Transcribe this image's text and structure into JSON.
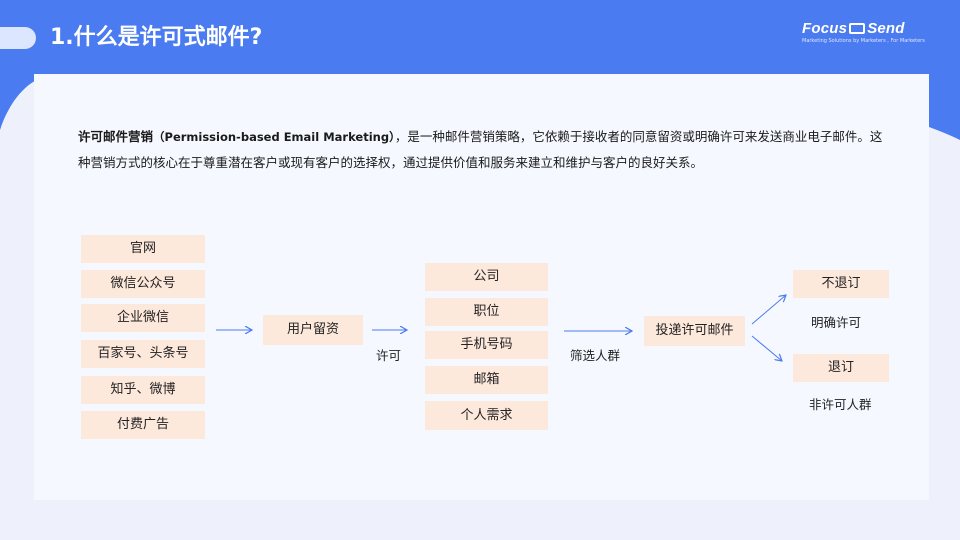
{
  "header": {
    "title": "1.什么是许可式邮件?",
    "logo_name_left": "Focus",
    "logo_name_right": "Send",
    "logo_tagline": "Marketing Solutions by Marketers , For Marketers"
  },
  "intro": {
    "term": "许可邮件营销",
    "term_en": "（Permission-based Email Marketing）",
    "body": "，是一种邮件营销策略，它依赖于接收者的同意留资或明确许可来发送商业电子邮件。这种营销方式的核心在于尊重潜在客户或现有客户的选择权，通过提供价值和服务来建立和维护与客户的良好关系。"
  },
  "flow": {
    "sources": [
      "官网",
      "微信公众号",
      "企业微信",
      "百家号、头条号",
      "知乎、微博",
      "付费广告"
    ],
    "collect": "用户留资",
    "permit_label": "许可",
    "fields": [
      "公司",
      "职位",
      "手机号码",
      "邮箱",
      "个人需求"
    ],
    "filter_label": "筛选人群",
    "deliver": "投递许可邮件",
    "outcome_unsub": "不退订",
    "outcome_unsub_label": "明确许可",
    "outcome_sub": "退订",
    "outcome_sub_label": "非许可人群"
  },
  "colors": {
    "header_blue": "#4a7bf0",
    "box_fill": "#fde8dc",
    "arrow": "#4a7bf0"
  }
}
